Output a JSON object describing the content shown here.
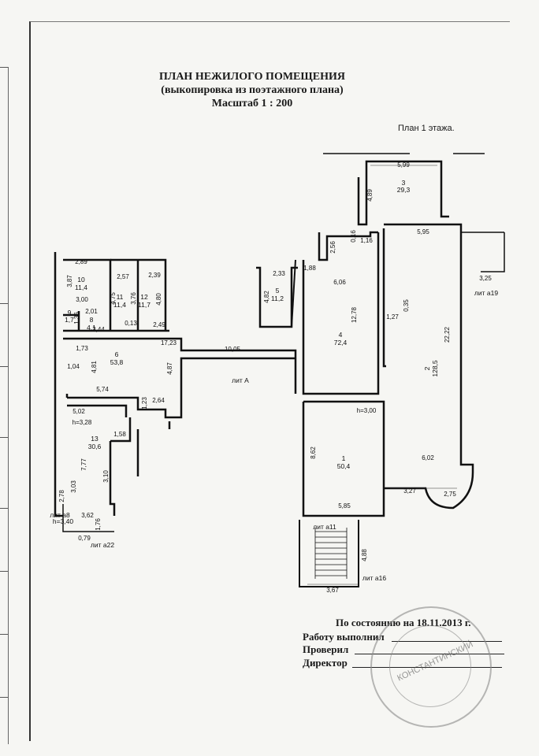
{
  "header": {
    "title": "ПЛАН  НЕЖИЛОГО ПОМЕЩЕНИЯ",
    "subtitle": "(выкопировка из поэтажного плана)",
    "scale": "Масштаб 1 : 200",
    "floor": "План 1 этажа."
  },
  "rooms": [
    {
      "num": "1",
      "area": "50,4"
    },
    {
      "num": "2",
      "area": "128,5"
    },
    {
      "num": "3",
      "area": "29,3"
    },
    {
      "num": "4",
      "area": "72,4"
    },
    {
      "num": "5",
      "area": "11,2"
    },
    {
      "num": "6",
      "area": "53,8"
    },
    {
      "num": "8",
      "area": "4,1"
    },
    {
      "num": "9",
      "area": "1,7"
    },
    {
      "num": "10",
      "area": "11,4"
    },
    {
      "num": "11",
      "area": "11,4"
    },
    {
      "num": "12",
      "area": "11,7"
    },
    {
      "num": "13",
      "area": "30,6"
    }
  ],
  "dimensions": [
    "5,99",
    "4,89",
    "5,95",
    "2,56",
    "0,16",
    "1,16",
    "1,88",
    "2,33",
    "4,82",
    "6,06",
    "12,78",
    "0,35",
    "1,27",
    "22,22",
    "3,25",
    "2,89",
    "3,87",
    "2,57",
    "4,75",
    "2,39",
    "3,76",
    "4,80",
    "3,00",
    "2,01",
    "1,36",
    "2,44",
    "0,13",
    "2,49",
    "17,23",
    "10,05",
    "1,73",
    "4,81",
    "1,04",
    "4,87",
    "5,74",
    "1,23",
    "2,64",
    "5,02",
    "h=3,28",
    "1,58",
    "7,77",
    "3,10",
    "2,78",
    "3,03",
    "3,62",
    "0,79",
    "1,76",
    "h=3,00",
    "8,62",
    "5,85",
    "6,02",
    "3,27",
    "2,75",
    "4,88",
    "3,67"
  ],
  "liters": {
    "main": "лит А",
    "a19": "лит а19",
    "a16": "лит а16",
    "a22": "лит а22",
    "a8": "лит а8",
    "a11": "лит а11",
    "h340": "h=3,40"
  },
  "footer": {
    "status": "По состоянию на 18.11.2013 г.",
    "work": "Работу выполнил",
    "checked": "Проверил",
    "director": "Директор"
  },
  "stamp": {
    "text": "КОНСТАНТИНСКИЙ"
  }
}
